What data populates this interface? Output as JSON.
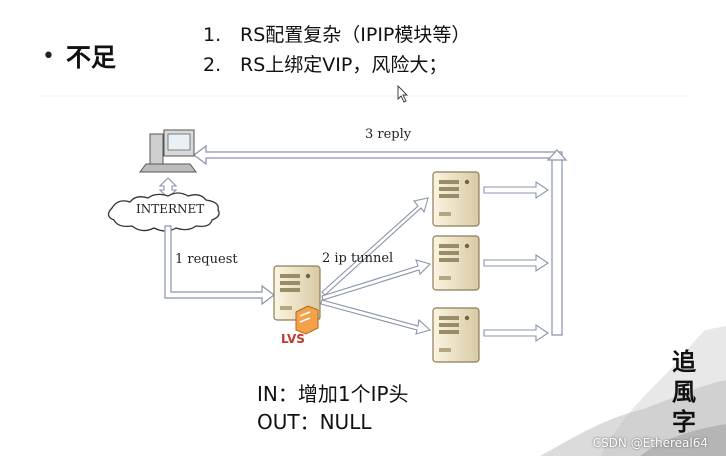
{
  "slide": {
    "bullet": "•",
    "heading": "不足",
    "points": [
      {
        "num": "1.",
        "text": "RS配置复杂（IPIP模块等）"
      },
      {
        "num": "2.",
        "text": "RS上绑定VIP，风险大；"
      }
    ],
    "notes": [
      "IN：增加1个IP头",
      "OUT：NULL"
    ]
  },
  "diagram": {
    "internet_label": "INTERNET",
    "lvs_label": "LVS",
    "request_label": "1 request",
    "tunnel_label": "2 ip tunnel",
    "reply_label": "3 reply"
  },
  "decor": {
    "calligraphy": "追風字",
    "watermark": "CSDN @Ethereal64"
  },
  "colors": {
    "arrow_fill": "#ffffff",
    "arrow_stroke": "#8a94ad",
    "lvs_label": "#c0392b",
    "server_body": "#f0e6c8"
  }
}
